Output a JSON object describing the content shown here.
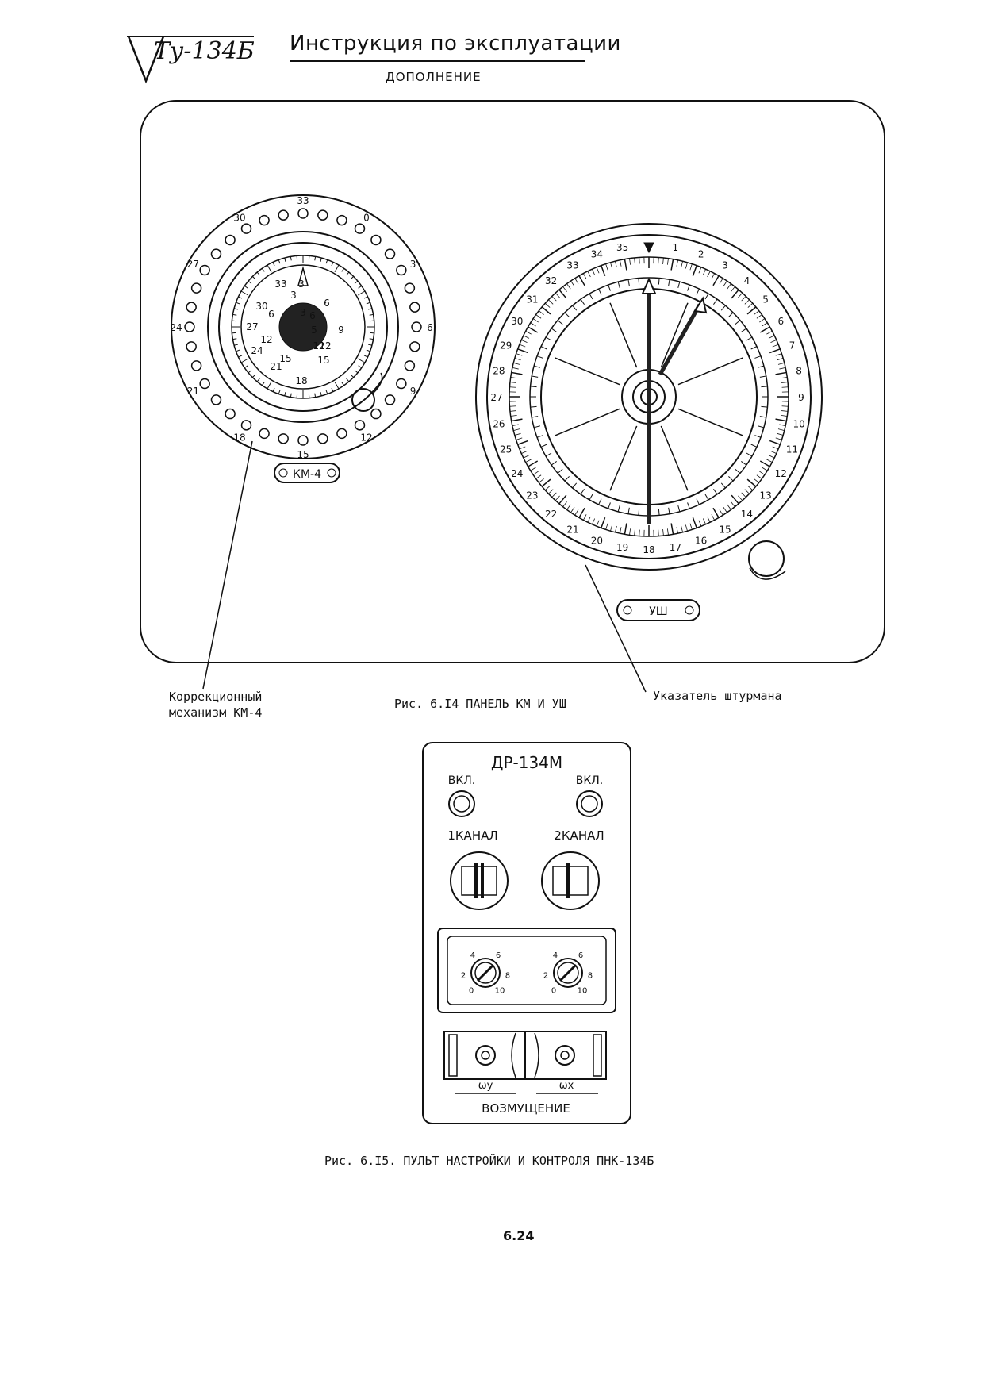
{
  "header": {
    "logo_text": "Ту-134Б",
    "title": "Инструкция по эксплуатации",
    "subtitle": "ДОПОЛНЕНИЕ"
  },
  "figure_6_14": {
    "km4_outer_ring_labels": [
      "33",
      "0",
      "3",
      "6",
      "9",
      "12",
      "15",
      "18",
      "21",
      "24",
      "27",
      "30"
    ],
    "km4_inner_dial_labels": [
      "33",
      "3",
      "3",
      "6",
      "9",
      "12",
      "15",
      "18",
      "21",
      "24",
      "27",
      "30",
      "6",
      "5",
      "12",
      "15",
      "3",
      "6",
      "12"
    ],
    "km4_plate_label": "КМ-4",
    "ush_scale_labels": [
      "35",
      "1",
      "2",
      "3",
      "4",
      "5",
      "6",
      "7",
      "8",
      "9",
      "10",
      "11",
      "12",
      "13",
      "14",
      "15",
      "16",
      "17",
      "18",
      "19",
      "20",
      "21",
      "22",
      "23",
      "24",
      "25",
      "26",
      "27",
      "28",
      "29",
      "30",
      "31",
      "32",
      "33",
      "34"
    ],
    "ush_plate_label": "УШ",
    "callout_km": [
      "Коррекционный",
      "механизм КМ-4"
    ],
    "caption": "Рис. 6.I4 ПАНЕЛЬ КМ И УШ",
    "callout_ush": "Указатель штурмана"
  },
  "figure_6_15": {
    "panel_title": "ДР-134М",
    "switch_left_label": "ВКЛ.",
    "switch_right_label": "ВКЛ.",
    "channel_left_label": "1КАНАЛ",
    "channel_right_label": "2КАНАЛ",
    "knob_scale": [
      "0",
      "2",
      "4",
      "6",
      "8",
      "10"
    ],
    "omega_left": "ωу",
    "omega_right": "ωх",
    "disturbance_label": "ВОЗМУЩЕНИЕ",
    "caption": "Рис. 6.I5. ПУЛЬТ НАСТРОЙКИ И КОНТРОЛЯ ПНК-134Б"
  },
  "footer": {
    "page_number": "6.24"
  },
  "colors": {
    "ink": "#111111",
    "paper": "#ffffff"
  }
}
